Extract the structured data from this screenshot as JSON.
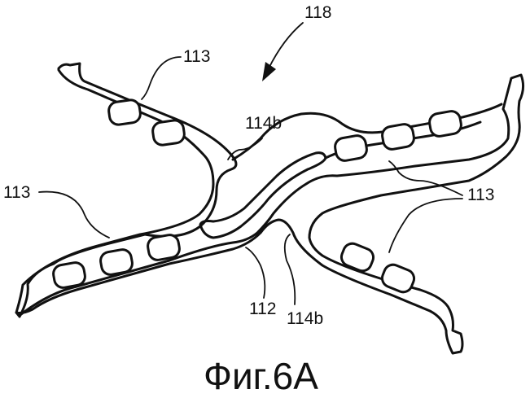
{
  "figure": {
    "caption": "Фиг.6A",
    "labels": {
      "ref_118": "118",
      "ref_113_top_left": "113",
      "ref_114b_upper": "114b",
      "ref_113_left": "113",
      "ref_113_right": "113",
      "ref_112": "112",
      "ref_114b_lower": "114b"
    }
  }
}
